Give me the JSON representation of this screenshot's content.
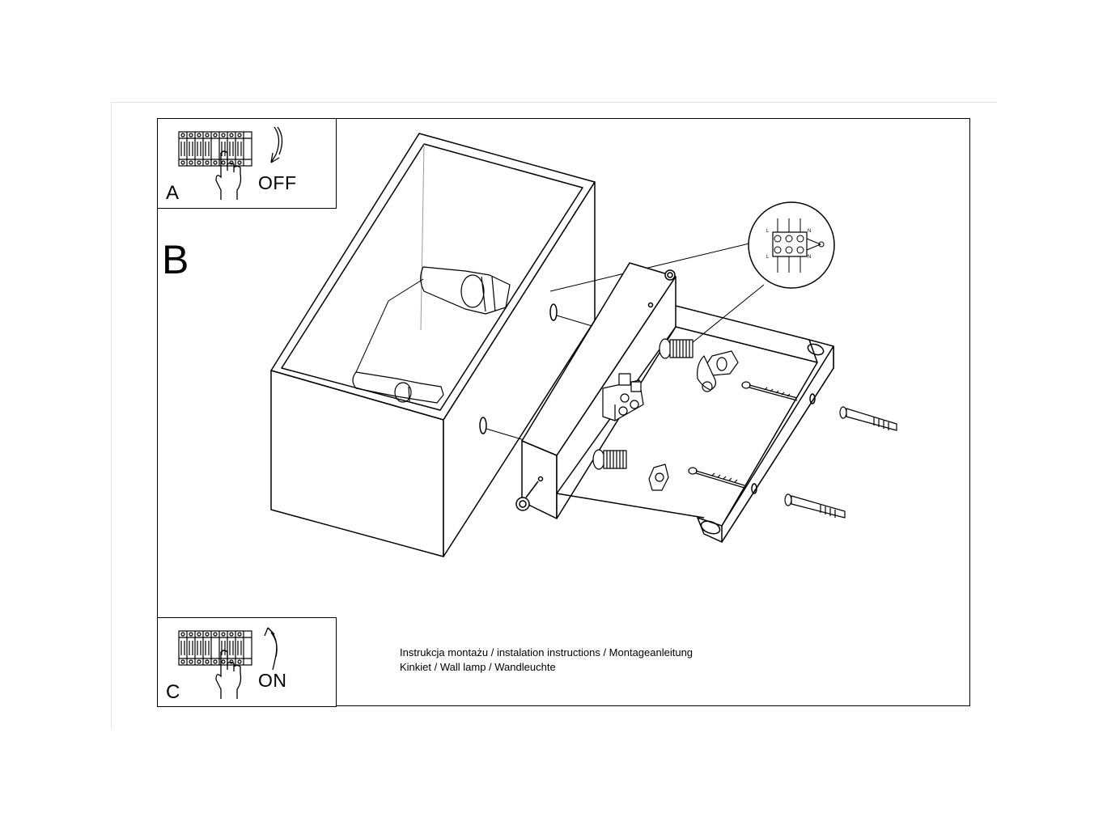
{
  "steps": {
    "a": {
      "letter": "A",
      "switch_label": "OFF"
    },
    "b": {
      "letter": "B"
    },
    "c": {
      "letter": "C",
      "switch_label": "ON"
    }
  },
  "wiring_detail": {
    "terminal_labels": [
      "L",
      "N",
      "L",
      "N"
    ]
  },
  "caption": {
    "line1": "Instrukcja montażu / instalation instructions / Montageanleitung",
    "line2": "Kinkiet / Wall lamp / Wandleuchte"
  },
  "icons": [
    "breaker-panel-icon",
    "hand-pointer-icon",
    "arrow-down-icon",
    "arrow-up-icon",
    "earth-ground-icon"
  ]
}
